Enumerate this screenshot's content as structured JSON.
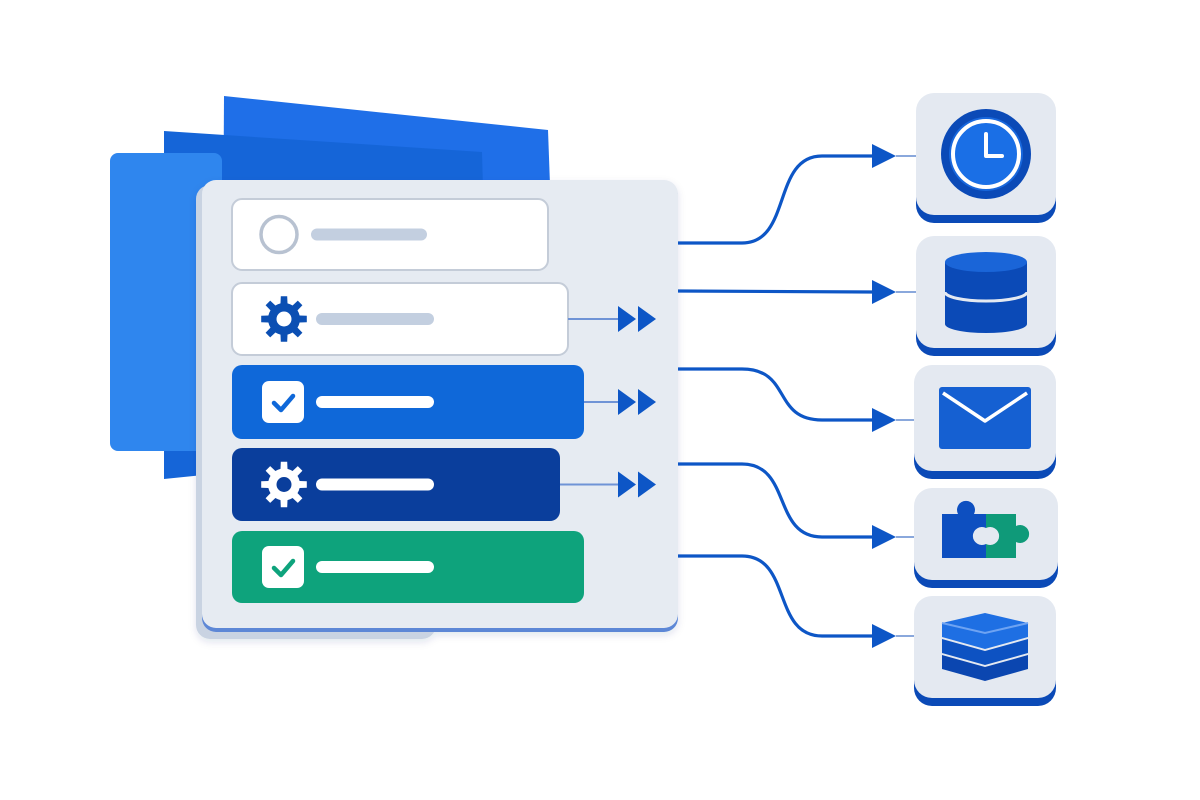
{
  "colors": {
    "background": "#ffffff",
    "panel": "#e6ebf2",
    "panel_shadow": "#c9d3e2",
    "panel_edge": "#5d87d6",
    "sheet_back": "#1f6fe8",
    "sheet_mid": "#2f86ee",
    "sheet_front": "#1565d8",
    "task_white": "#ffffff",
    "task_white_border": "#c4ccd8",
    "task_blue": "#0f68d9",
    "task_navy": "#0a3e9c",
    "task_green": "#0ea37c",
    "placeholder_bar": "#c3cfe0",
    "icon_blue": "#0b4fb3",
    "connector": "#0d56c6",
    "tile_face": "#e4e9f1",
    "tile_edge": "#0b4ab7",
    "puzzle_green": "#0f9a79"
  },
  "tasks": [
    {
      "id": "task-pending",
      "style": "white",
      "icon": "radio-circle-icon"
    },
    {
      "id": "task-config",
      "style": "white",
      "icon": "gear-icon",
      "forward": true
    },
    {
      "id": "task-done-blue",
      "style": "blue",
      "icon": "checkbox-icon",
      "forward": true
    },
    {
      "id": "task-config-navy",
      "style": "navy",
      "icon": "gear-icon",
      "forward": true
    },
    {
      "id": "task-done-green",
      "style": "green",
      "icon": "checkbox-icon"
    }
  ],
  "destinations": [
    {
      "id": "clock",
      "icon": "clock-icon"
    },
    {
      "id": "database",
      "icon": "database-icon"
    },
    {
      "id": "mail",
      "icon": "envelope-icon"
    },
    {
      "id": "plugin",
      "icon": "puzzle-icon"
    },
    {
      "id": "layers",
      "icon": "layers-icon"
    }
  ]
}
